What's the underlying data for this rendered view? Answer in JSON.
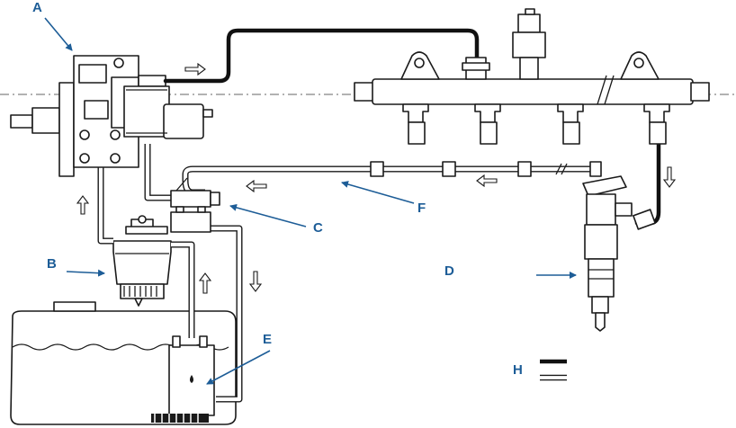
{
  "labels": {
    "pump": "A",
    "filter": "B",
    "return_valve": "C",
    "injector": "D",
    "tank_pump": "E",
    "return_line": "F",
    "legend": "H"
  },
  "colors": {
    "callout": "#1d5d97",
    "line": "#1a1a1a"
  }
}
